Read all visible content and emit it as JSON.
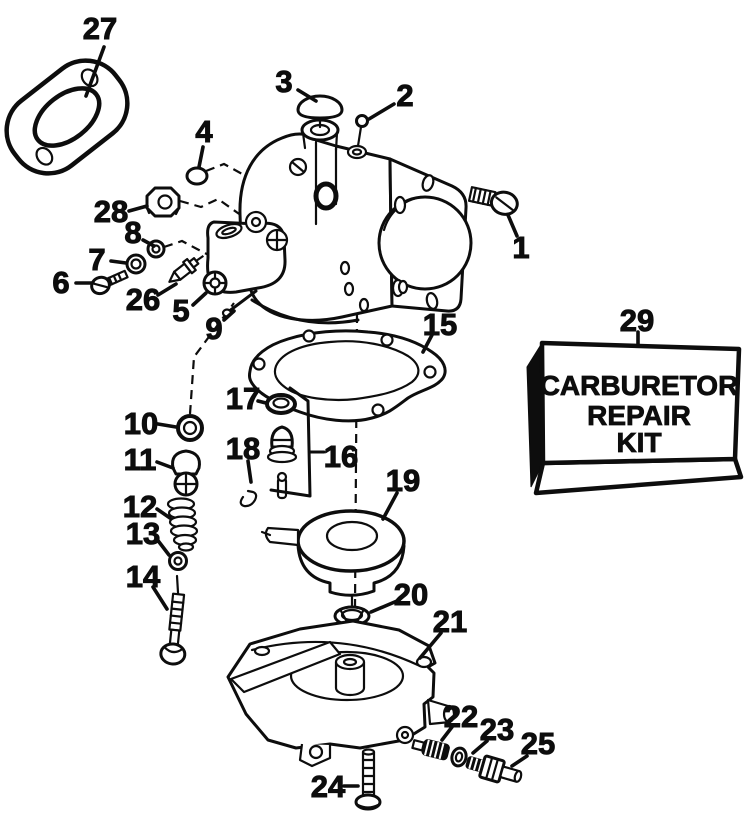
{
  "labels": {
    "p1": "1",
    "p2": "2",
    "p3": "3",
    "p4": "4",
    "p5": "5",
    "p6": "6",
    "p7": "7",
    "p8": "8",
    "p9": "9",
    "p10": "10",
    "p11": "11",
    "p12": "12",
    "p13": "13",
    "p14": "14",
    "p15": "15",
    "p16": "16",
    "p17": "17",
    "p18": "18",
    "p19": "19",
    "p20": "20",
    "p21": "21",
    "p22": "22",
    "p23": "23",
    "p24": "24",
    "p25": "25",
    "p26": "26",
    "p27": "27",
    "p28": "28",
    "p29": "29"
  },
  "kit": {
    "line1": "CARBURETOR",
    "line2": "REPAIR",
    "line3": "KIT"
  },
  "colors": {
    "ink": "#0d0d0d",
    "paper": "#ffffff"
  }
}
